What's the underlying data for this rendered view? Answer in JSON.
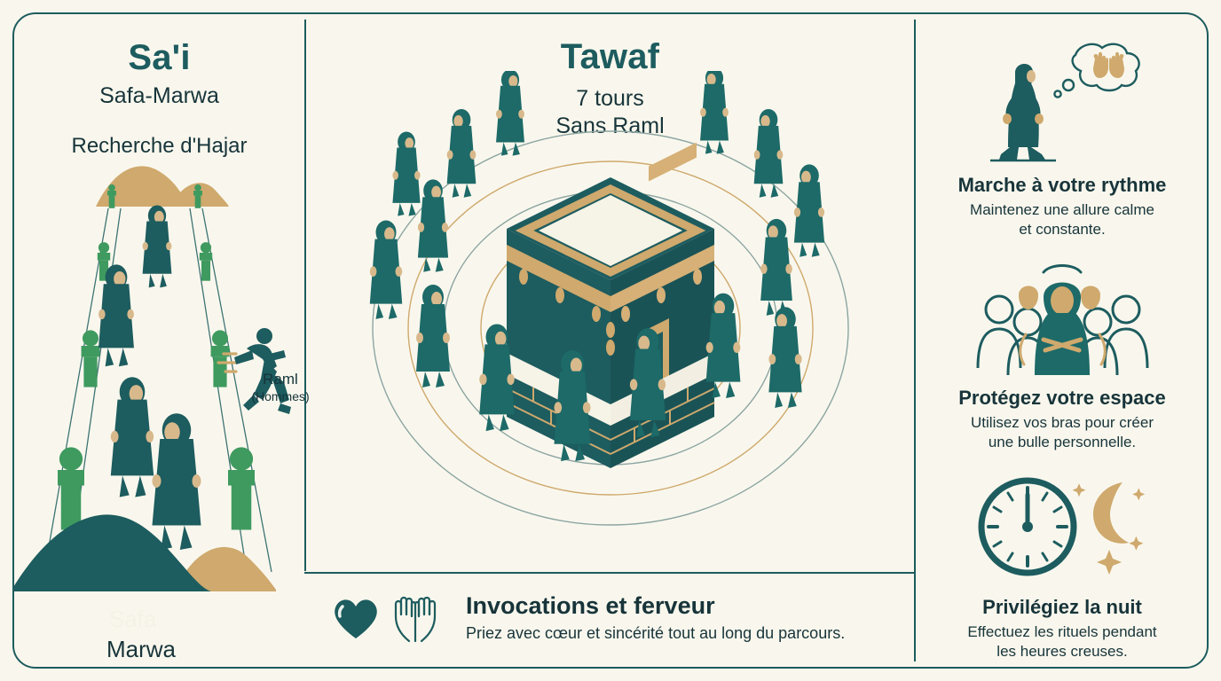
{
  "poster": {
    "background_color": "#f9f7ed",
    "accent_teal": "#1d5c5f",
    "accent_gold": "#d2a96a",
    "accent_green": "#3f9a5f",
    "text_dark": "#17343a"
  },
  "sai": {
    "title": "Sa'i",
    "subtitle": "Safa-Marwa",
    "quest_label": "Recherche d'Hajar",
    "raml_label": "Raml",
    "raml_note": "(Hommes)",
    "hill_near_label": "Safa",
    "hill_far_label": "Marwa",
    "runner_icon": "running-man-icon",
    "pillar_icon": "corridor-pillar-icon"
  },
  "tawaf": {
    "title": "Tawaf",
    "line1": "7 tours",
    "line2": "Sans Raml",
    "kaaba_icon": "kaaba-icon",
    "pilgrim_icon": "pilgrim-woman-icon",
    "orbit_count": 5
  },
  "banner": {
    "heart_icon": "heart-icon",
    "hands_icon": "praying-hands-icon",
    "title": "Invocations et ferveur",
    "description": "Priez avec cœur et sincérité tout au long du parcours."
  },
  "tips": [
    {
      "icon": "walking-woman-thought-bubble-icon",
      "title": "Marche à votre rythme",
      "line1": "Maintenez une allure calme",
      "line2": "et constante."
    },
    {
      "icon": "crowd-personal-space-icon",
      "title": "Protégez votre espace",
      "line1": "Utilisez vos bras pour créer",
      "line2": "une bulle personnelle."
    },
    {
      "icon": "clock-crescent-moon-icon",
      "title": "Privilégiez la nuit",
      "line1": "Effectuez les rituels pendant",
      "line2": "les heures creuses."
    }
  ]
}
